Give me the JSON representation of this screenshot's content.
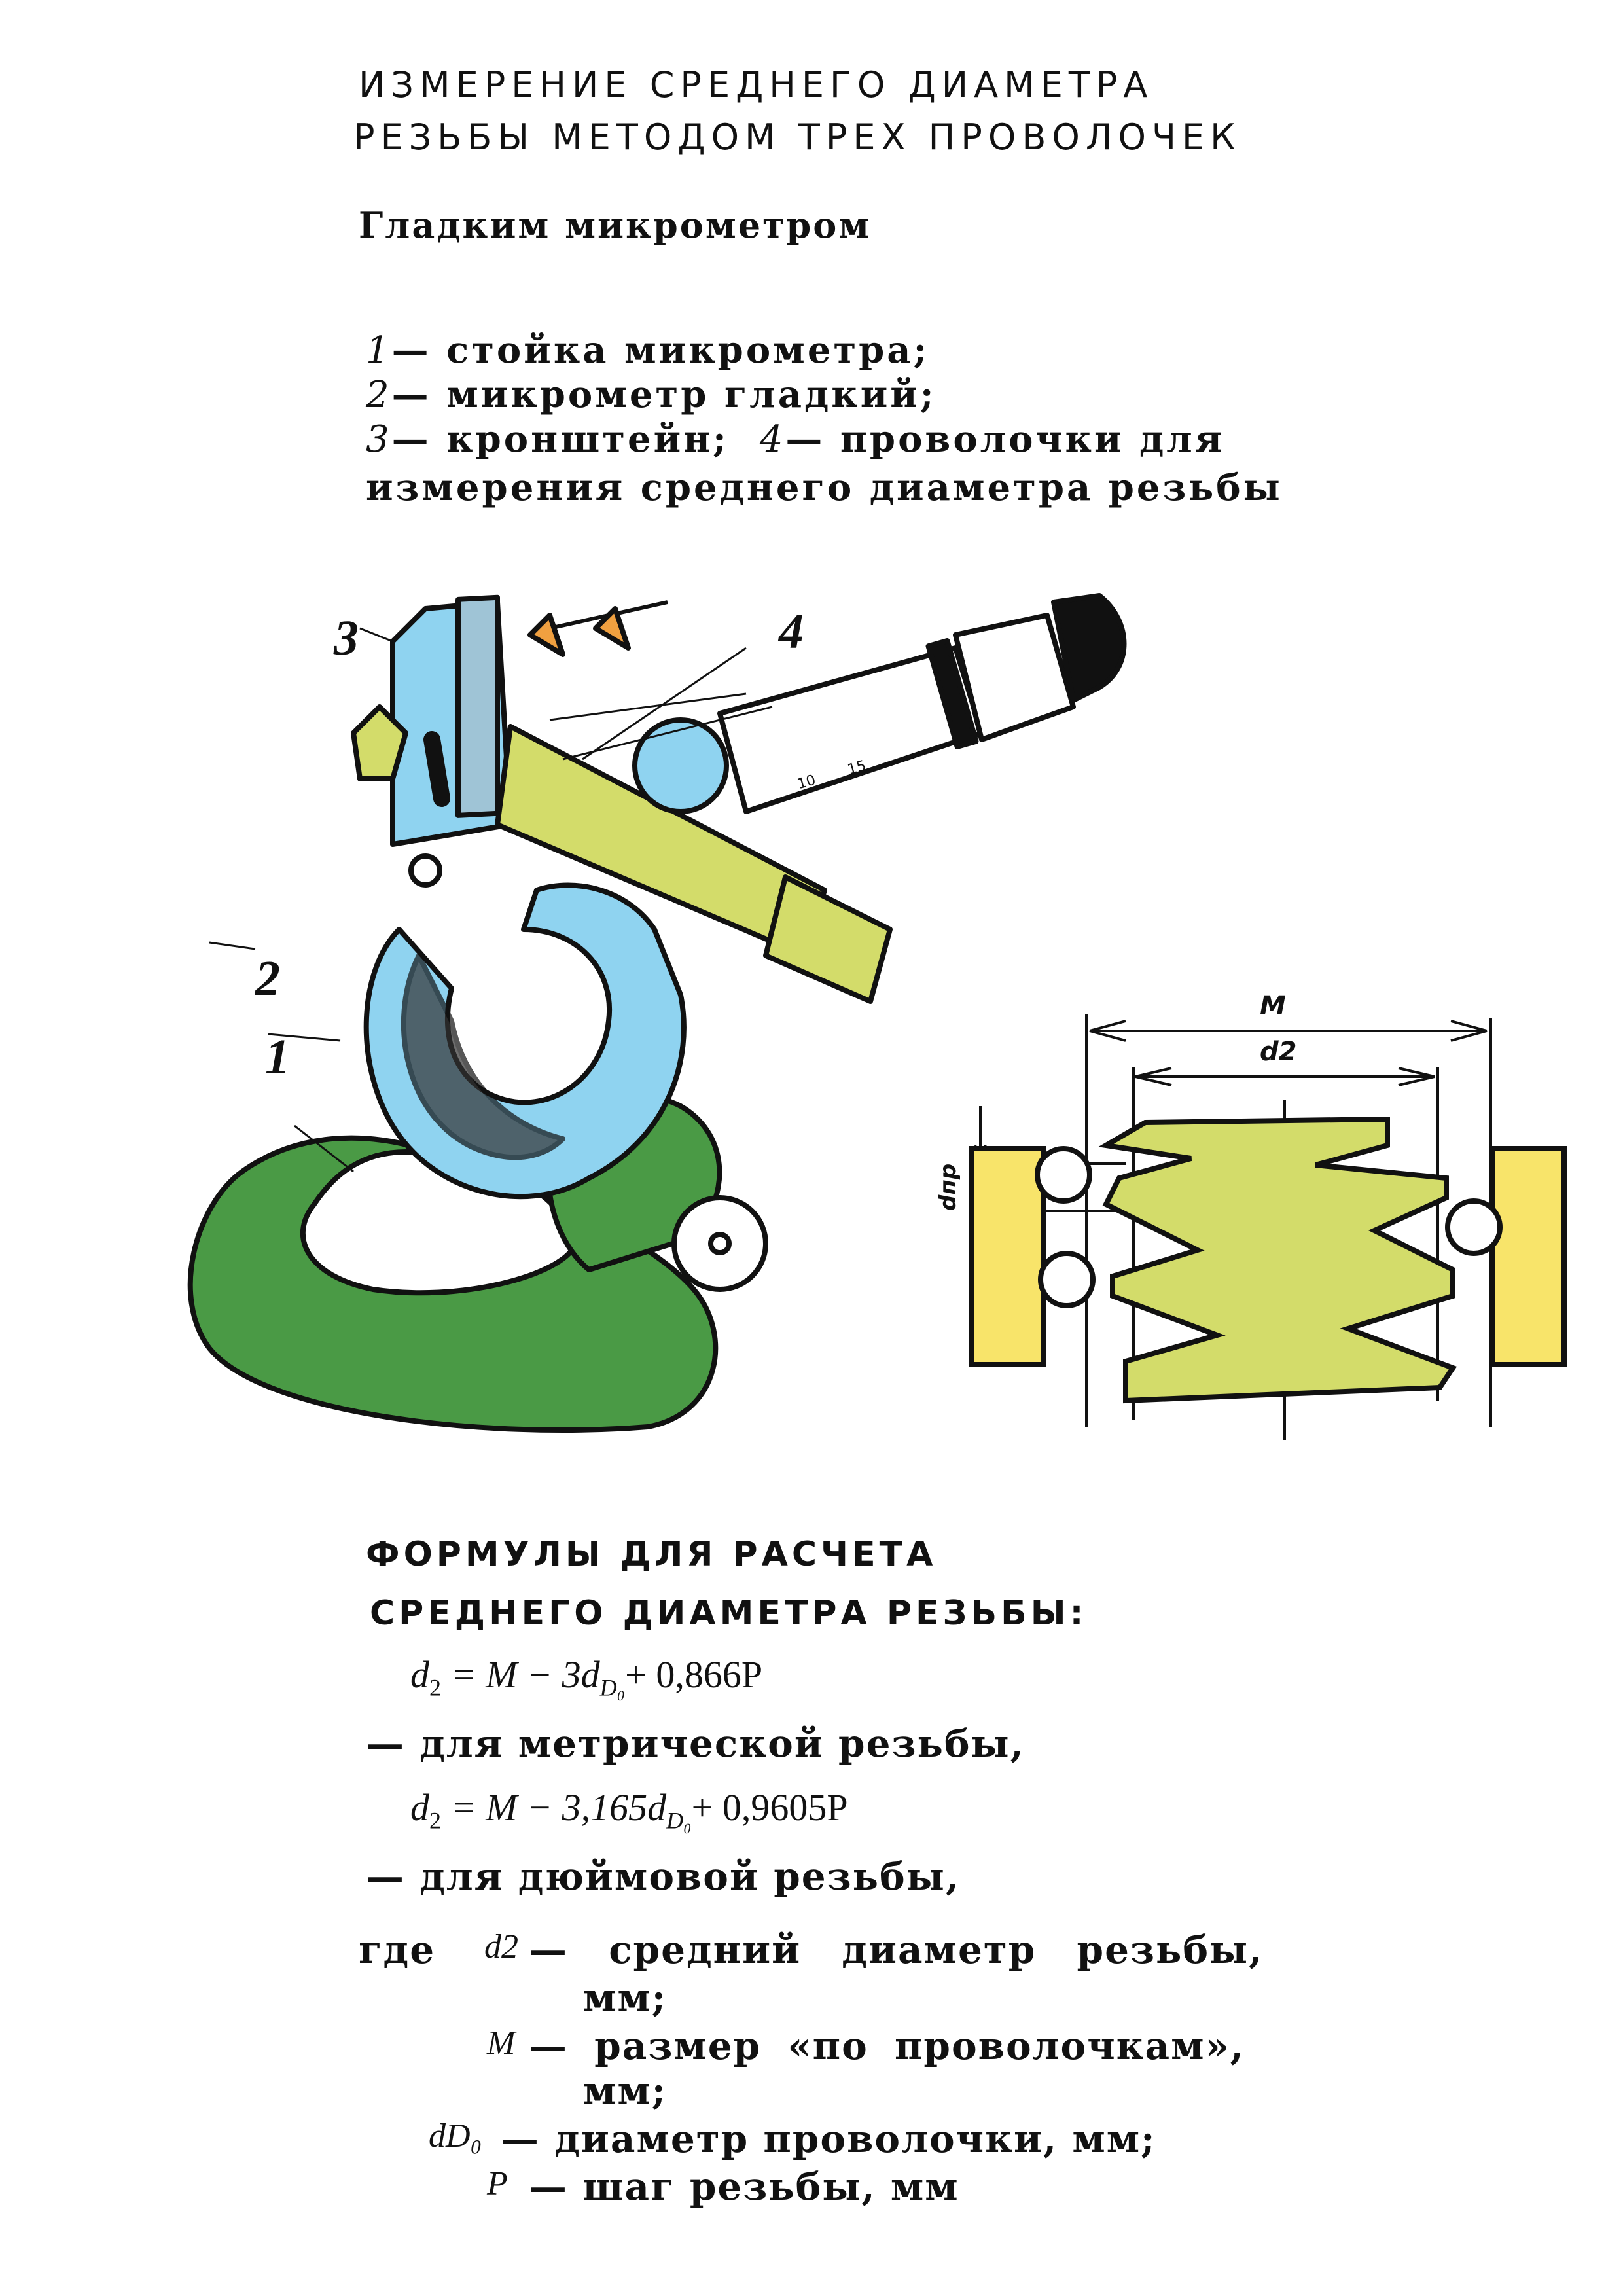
{
  "title": {
    "line1": "ИЗМЕРЕНИЕ СРЕДНЕГО ДИАМЕТРА",
    "line2": "РЕЗЬБЫ МЕТОДОМ ТРЕХ ПРОВОЛОЧЕК"
  },
  "subtitle": "Гладким микрометром",
  "legend": {
    "n1": "1",
    "t1": "— стойка микрометра;",
    "n2": "2",
    "t2": "— микрометр гладкий;",
    "n3": "3",
    "t3": "— кронштейн;",
    "n4": "4",
    "t4": "— проволочки для",
    "t5": "измерения среднего диаметра резьбы"
  },
  "figure_labels": {
    "l1": "1",
    "l2": "2",
    "l3": "3",
    "l4": "4",
    "scale_a": "10",
    "scale_b": "15"
  },
  "diagram_labels": {
    "M": "M",
    "d2": "d2",
    "dnp": "dпр"
  },
  "formulas": {
    "heading1": "ФОРМУЛЫ ДЛЯ РАСЧЕТА",
    "heading2": "СРЕДНЕГО ДИАМЕТРА РЕЗЬБЫ:",
    "f1": {
      "lhs": "d",
      "lhs_sub": "2",
      "mid": " = M − 3d",
      "sub": "D₀",
      "rest": "+ 0,866P"
    },
    "f1_note": "— для метрической резьбы,",
    "f2": {
      "lhs": "d",
      "lhs_sub": "2",
      "mid": " = M − 3,165d",
      "sub": "D₀",
      "rest": "+ 0,9605P"
    },
    "f2_note": "— для дюймовой резьбы,"
  },
  "definitions": {
    "where": "где",
    "d2_sym": "d2",
    "d2_text": "— средний диаметр резьбы,",
    "d2_unit": "мм;",
    "M_sym": "M",
    "M_text": "— размер «по проволочкам»,",
    "M_unit": "мм;",
    "dD0_sym": "dD₀",
    "dD0_text": "— диаметр проволочки, мм;",
    "P_sym": "P",
    "P_text": "— шаг резьбы, мм"
  },
  "colors": {
    "green": "#4a9a45",
    "blue": "#8fd3f0",
    "yellow_green": "#d3dc6a",
    "yellow": "#f8e46a"
  }
}
